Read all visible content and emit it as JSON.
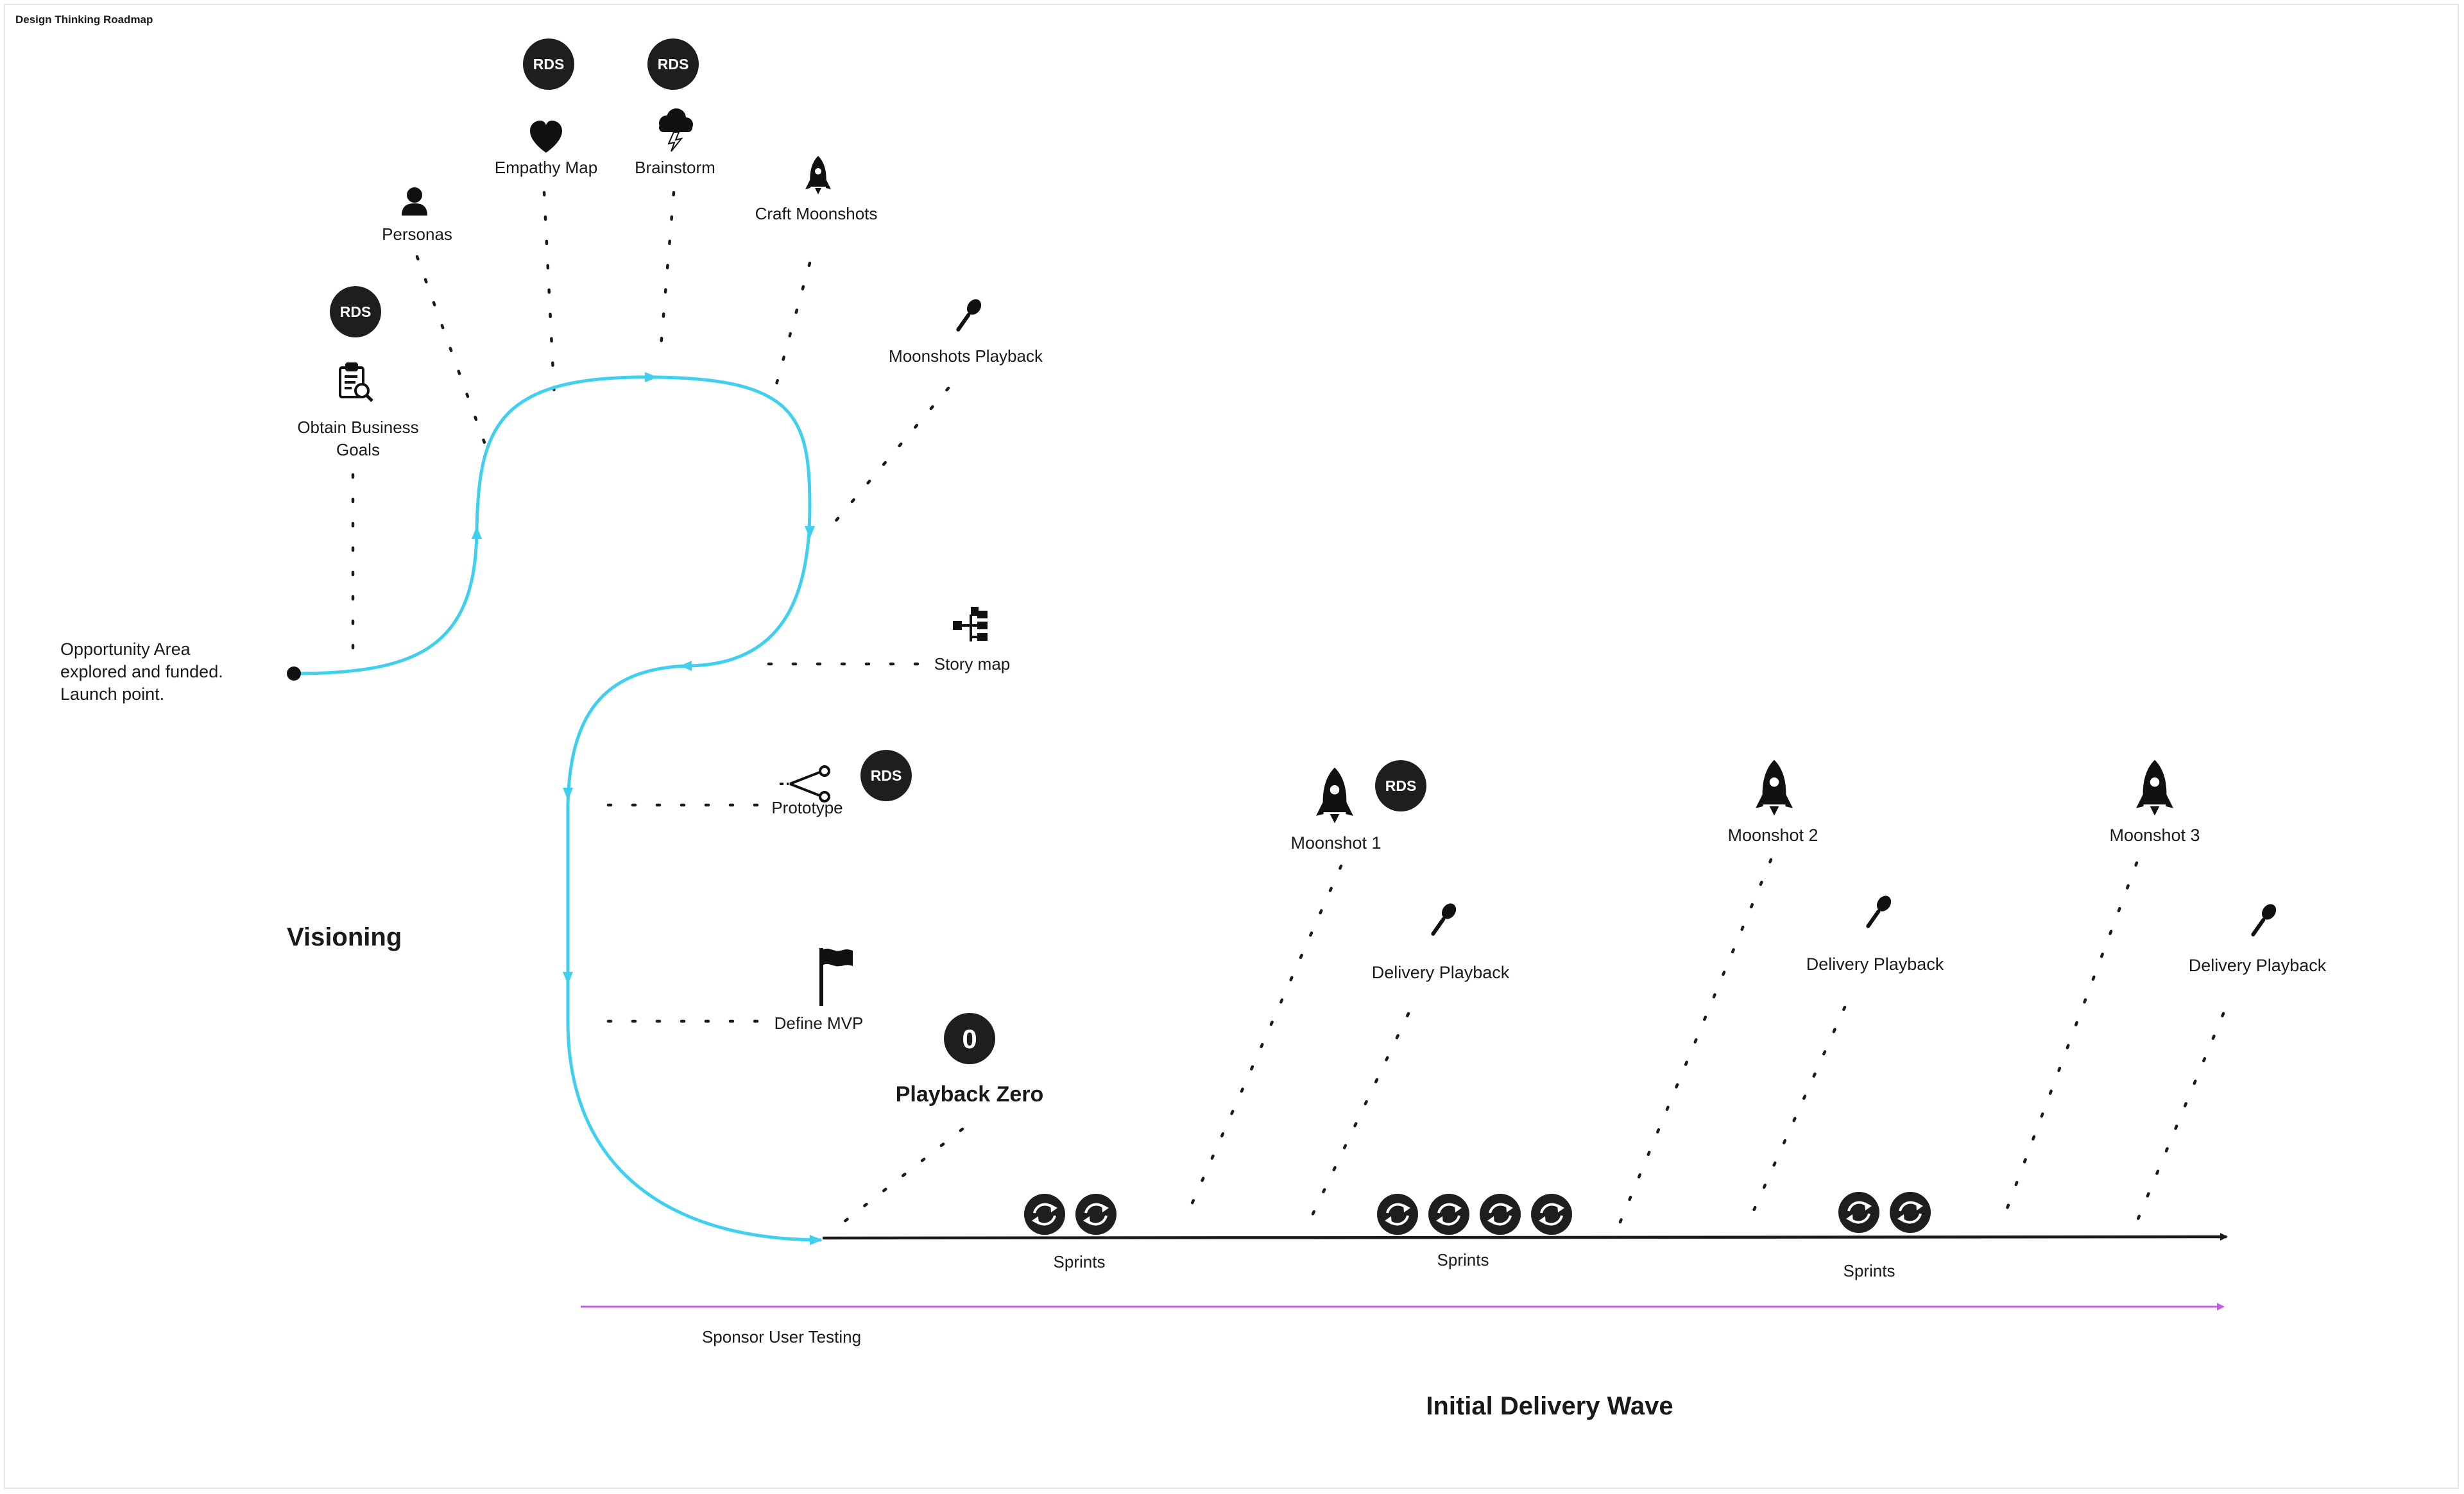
{
  "document": {
    "title": "Design Thinking Roadmap"
  },
  "sections": {
    "visioning": "Visioning",
    "playback_zero": "Playback Zero",
    "initial_delivery_wave": "Initial Delivery Wave",
    "sponsor_user_testing": "Sponsor User Testing"
  },
  "launch": {
    "text": [
      "Opportunity Area",
      "explored and funded.",
      "Launch point."
    ]
  },
  "badges": {
    "rds": "RDS",
    "zero": "0"
  },
  "steps": [
    {
      "id": "obtain-business-goals",
      "lines": [
        "Obtain Business",
        "Goals"
      ],
      "icon": "clipboard-search-icon",
      "rds": true
    },
    {
      "id": "personas",
      "lines": [
        "Personas"
      ],
      "icon": "person-icon",
      "rds": false
    },
    {
      "id": "empathy-map",
      "lines": [
        "Empathy Map"
      ],
      "icon": "heart-icon",
      "rds": true
    },
    {
      "id": "brainstorm",
      "lines": [
        "Brainstorm"
      ],
      "icon": "storm-cloud-icon",
      "rds": true
    },
    {
      "id": "craft-moonshots",
      "lines": [
        "Craft Moonshots"
      ],
      "icon": "rocket-icon",
      "rds": false
    },
    {
      "id": "moonshots-playback",
      "lines": [
        "Moonshots Playback"
      ],
      "icon": "microphone-icon",
      "rds": false
    },
    {
      "id": "story-map",
      "lines": [
        "Story map"
      ],
      "icon": "hierarchy-icon",
      "rds": false
    },
    {
      "id": "prototype",
      "lines": [
        "Prototype"
      ],
      "icon": "scissors-icon",
      "rds": true
    },
    {
      "id": "define-mvp",
      "lines": [
        "Define MVP"
      ],
      "icon": "flag-icon",
      "rds": false
    }
  ],
  "moonshots": [
    {
      "label": "Moonshot 1",
      "rds": true,
      "playback": "Delivery Playback",
      "sprints_label": "Sprints",
      "sprint_count": 2
    },
    {
      "label": "Moonshot 2",
      "rds": false,
      "playback": "Delivery Playback",
      "sprints_label": "Sprints",
      "sprint_count": 4
    },
    {
      "label": "Moonshot 3",
      "rds": false,
      "playback": "Delivery Playback",
      "sprints_label": "Sprints",
      "sprint_count": 2
    }
  ],
  "colors": {
    "path": "#3fd0ef",
    "visioning": "#1ea0d0",
    "sponsor": "#c05ce8",
    "ink": "#1a1a1a",
    "badge": "#1e1e1e"
  }
}
